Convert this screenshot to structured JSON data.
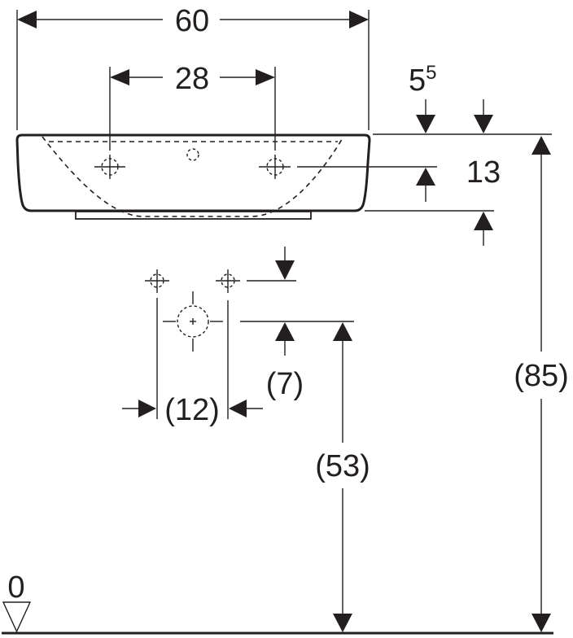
{
  "drawing": {
    "title": "Washbasin dimension drawing",
    "units_hint": "cm",
    "colors": {
      "line": "#231f20",
      "background": "#ffffff"
    },
    "dimensions": {
      "overall_width": "60",
      "tap_hole_spacing": "28",
      "rim_offset_main": "5",
      "rim_offset_sup": "5",
      "tap_hole_depth": "13",
      "rim_height": "(85)",
      "outlet_height": "(53)",
      "outlet_offset": "(7)",
      "supply_spacing": "(12)",
      "floor_level": "0"
    }
  }
}
